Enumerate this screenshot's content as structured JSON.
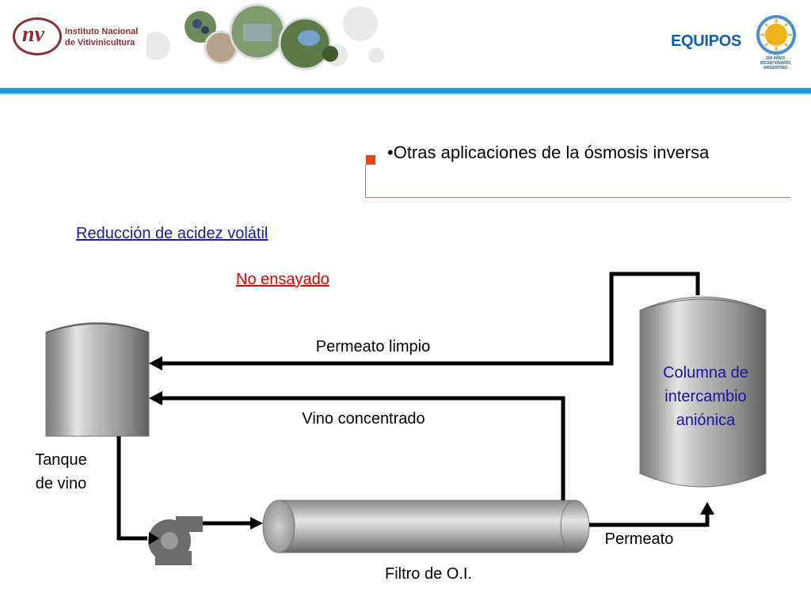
{
  "header": {
    "logo_initials": "nv",
    "logo_text": "Instituto Nacional\nde Vitivinicultura",
    "page_title": "EQUIPOS",
    "bicentenario_text": "200 AÑOS\nBICENTENARIO\nARGENTINO"
  },
  "bullet": {
    "text": "•Otras aplicaciones de la ósmosis inversa"
  },
  "content": {
    "heading": "Reducción de acidez volátil",
    "status": "No ensayado"
  },
  "diagram": {
    "flow_labels": {
      "permeate_clean": "Permeato limpio",
      "concentrated_wine": "Vino concentrado",
      "permeate": "Permeato"
    },
    "components": {
      "wine_tank": "Tanque\nde vino",
      "exchange_column": "Columna de\nintercambio\naniónica",
      "ro_filter": "Filtro de O.I."
    }
  },
  "colors": {
    "accent_blue": "#1a9ce0",
    "title_blue": "#0d5fb0",
    "link_blue": "#1a1aa8",
    "status_red": "#e00000",
    "bullet_orange": "#e04a1a",
    "column_label_blue": "#1515a0",
    "brand_maroon": "#8b2f2f"
  },
  "icons": [
    "logo-nv-icon",
    "vineyard-photos-icon",
    "bicentenario-sun-icon",
    "pump-icon"
  ]
}
